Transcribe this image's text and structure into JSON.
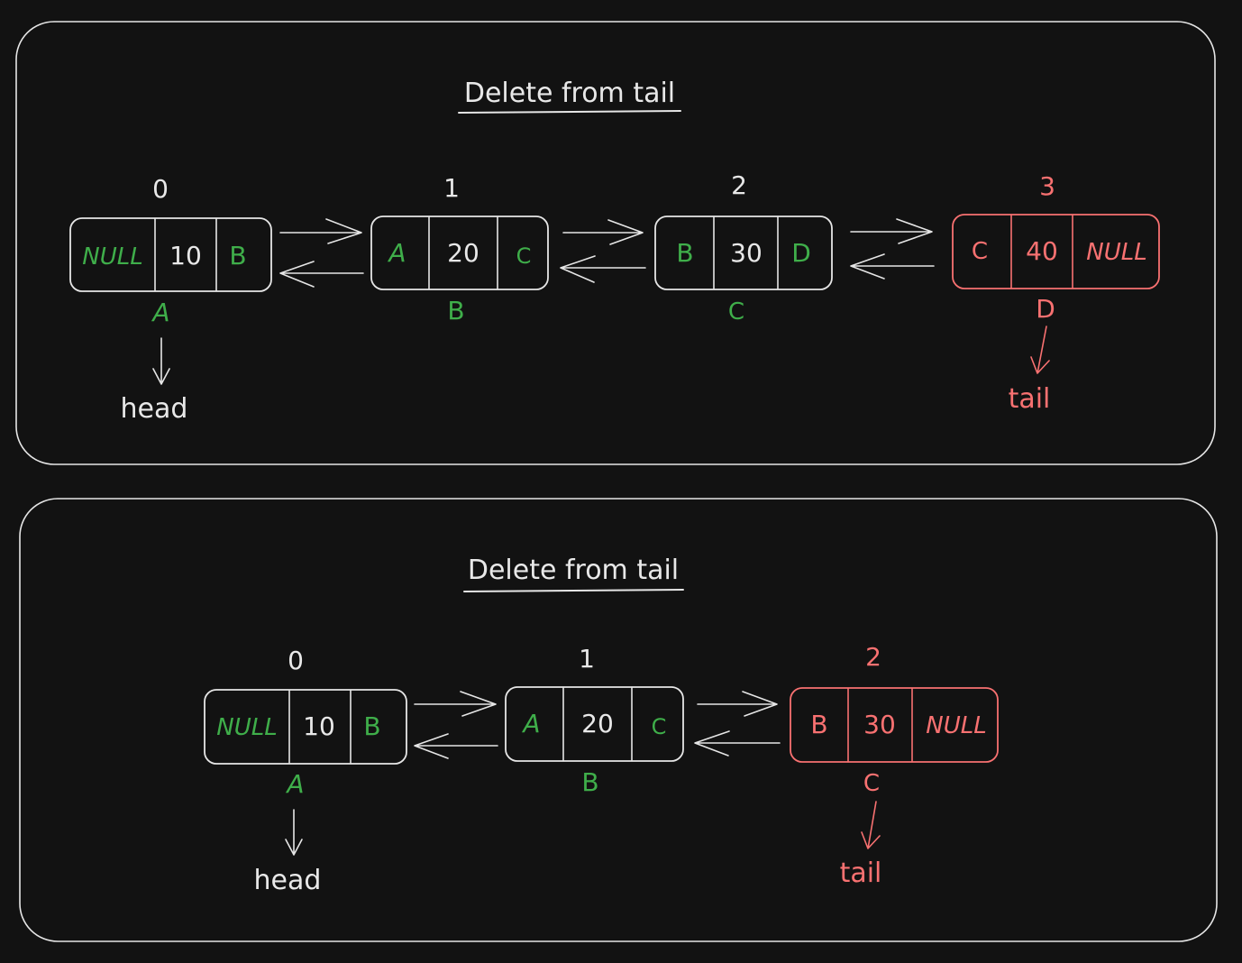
{
  "colors": {
    "background": "#121212",
    "stroke": "#e6e6e6",
    "pointer_green": "#3fae4a",
    "tail_red": "#f87171"
  },
  "panels": [
    {
      "title": "Delete from tail",
      "nodes": [
        {
          "index": "0",
          "prev": "NULL",
          "value": "10",
          "next": "B",
          "address": "A",
          "role": "normal"
        },
        {
          "index": "1",
          "prev": "A",
          "value": "20",
          "next": "C",
          "address": "B",
          "role": "normal"
        },
        {
          "index": "2",
          "prev": "B",
          "value": "30",
          "next": "D",
          "address": "C",
          "role": "normal"
        },
        {
          "index": "3",
          "prev": "C",
          "value": "40",
          "next": "NULL",
          "address": "D",
          "role": "tail"
        }
      ],
      "head_label": "head",
      "tail_label": "tail"
    },
    {
      "title": "Delete from tail",
      "nodes": [
        {
          "index": "0",
          "prev": "NULL",
          "value": "10",
          "next": "B",
          "address": "A",
          "role": "normal"
        },
        {
          "index": "1",
          "prev": "A",
          "value": "20",
          "next": "C",
          "address": "B",
          "role": "normal"
        },
        {
          "index": "2",
          "prev": "B",
          "value": "30",
          "next": "NULL",
          "address": "C",
          "role": "tail"
        }
      ],
      "head_label": "head",
      "tail_label": "tail"
    }
  ]
}
